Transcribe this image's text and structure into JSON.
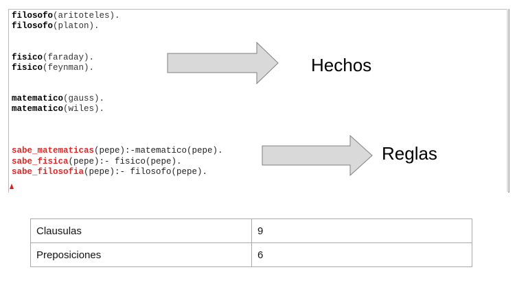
{
  "facts": [
    {
      "predicate": "filosofo",
      "args": "(aritoteles)."
    },
    {
      "predicate": "filosofo",
      "args": "(platon)."
    },
    {
      "predicate": "fisico",
      "args": "(faraday)."
    },
    {
      "predicate": "fisico",
      "args": "(feynman)."
    },
    {
      "predicate": "matematico",
      "args": "(gauss)."
    },
    {
      "predicate": "matematico",
      "args": "(wiles)."
    }
  ],
  "rules": [
    {
      "predicate": "sabe_matematicas",
      "args": "(pepe):-matematico(pepe)."
    },
    {
      "predicate": "sabe_fisica",
      "args": "(pepe):- fisico(pepe)."
    },
    {
      "predicate": "sabe_filosofia",
      "args": "(pepe):- filosofo(pepe)."
    }
  ],
  "labels": {
    "hechos": "Hechos",
    "reglas": "Reglas"
  },
  "table": {
    "rows": [
      {
        "name": "Clausulas",
        "value": "9"
      },
      {
        "name": "Preposiciones",
        "value": "6"
      }
    ]
  },
  "colors": {
    "rule_predicate": "#e32626",
    "arrow_fill": "#d9d9d9",
    "arrow_stroke": "#7f7f7f"
  },
  "icons": {
    "cursor": "red-triangle-marker-icon"
  }
}
